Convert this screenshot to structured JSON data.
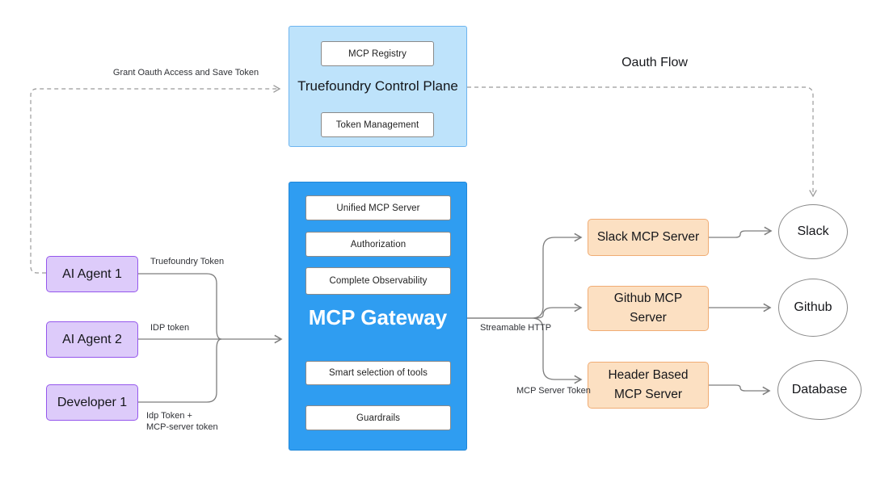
{
  "colors": {
    "control_plane_fill": "#BEE3FB",
    "control_plane_border": "#6EB5EF",
    "gateway_fill": "#2F9DF1",
    "gateway_border": "#1F87DA",
    "client_fill": "#DDCBFA",
    "client_border": "#9557EC",
    "server_fill": "#FCE0C2",
    "server_border": "#F0AC74",
    "node_border": "#8A8A8A",
    "line": "#7D7D7D",
    "dashed_line": "#9B9B9B"
  },
  "control_plane": {
    "title": "Truefoundry Control Plane",
    "items": [
      "MCP Registry",
      "Token Management"
    ]
  },
  "gateway": {
    "title": "MCP Gateway",
    "features_top": [
      "Unified MCP Server",
      "Authorization",
      "Complete Observability"
    ],
    "features_bottom": [
      "Smart selection of tools",
      "Guardrails"
    ]
  },
  "clients": [
    {
      "label": "AI Agent 1"
    },
    {
      "label": "AI Agent 2"
    },
    {
      "label": "Developer 1"
    }
  ],
  "servers": [
    {
      "label": "Slack MCP Server"
    },
    {
      "label": "Github MCP Server"
    },
    {
      "label": "Header Based MCP Server"
    }
  ],
  "targets": [
    {
      "label": "Slack"
    },
    {
      "label": "Github"
    },
    {
      "label": "Database"
    }
  ],
  "edge_labels": {
    "grant_oauth": "Grant Oauth Access and Save Token",
    "oauth_flow": "Oauth Flow",
    "truefoundry_token": "Truefoundry Token",
    "idp_token": "IDP token",
    "idp_mcp_token": "Idp Token +\nMCP-server token",
    "streamable_http": "Streamable HTTP",
    "mcp_server_token": "MCP Server Token"
  }
}
